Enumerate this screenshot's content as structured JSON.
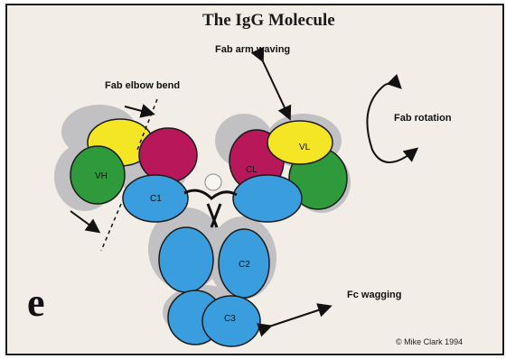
{
  "title": "The IgG Molecule",
  "labels": {
    "fab_arm_waving": "Fab arm waving",
    "fab_elbow_bend": "Fab elbow bend",
    "fab_rotation": "Fab rotation",
    "fc_wagging": "Fc wagging",
    "panel_letter": "e",
    "credit": "© Mike Clark 1994"
  },
  "domains": {
    "vh": "VH",
    "ch1": "C1",
    "cl": "CL",
    "vl": "VL",
    "ch2": "C2",
    "ch3": "C3"
  },
  "colors": {
    "background": "#f2ede6",
    "shadow": "#b9b9bd",
    "heavy_chain_constant": "#3a9ede",
    "light_chain_constant": "#b8185a",
    "heavy_variable": "#2f9a3c",
    "light_variable": "#f4e624",
    "outline": "#1a1a1a"
  }
}
